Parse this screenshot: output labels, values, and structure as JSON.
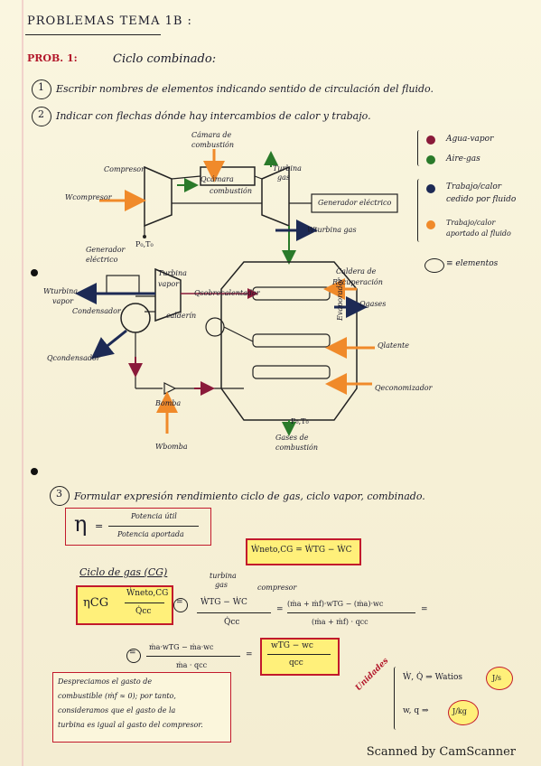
{
  "header": {
    "title": "PROBLEMAS TEMA 1B :",
    "prob_label": "PROB. 1:",
    "prob_title": "Ciclo combinado:"
  },
  "items": {
    "i1_num": "1",
    "i1": "Escribir nombres de elementos indicando sentido de circulación del fluido.",
    "i2_num": "2",
    "i2": "Indicar con flechas dónde hay intercambios de calor y trabajo.",
    "i3_num": "3",
    "i3": "Formular expresión rendimiento ciclo de gas, ciclo vapor, combinado."
  },
  "legend": {
    "agua_vapor": "Agua-vapor",
    "aire_gas": "Aire-gas",
    "trabajo_calor": "Trabajo/calor",
    "trabajo_calor2": "cedido por fluido",
    "trabajo_aportado": "Trabajo/calor",
    "trabajo_aportado2": "aportado al fluido",
    "elementos": "≡ elementos"
  },
  "diagram": {
    "camara": "Cámara de",
    "camara2": "combustión",
    "qcamara": "Qcámara",
    "qcamara_sub": "combustión",
    "compresor": "Compresor",
    "turbina_gas": "Turbina",
    "turbina_gas2": "gas",
    "generador1": "Generador eléctrico",
    "wcompresor": "Wcompresor",
    "wturbina_gas": "Wturbina gas",
    "p0t0_top": "P₀,T₀",
    "generador2": "Generador",
    "generador2b": "eléctrico",
    "turbina_vapor": "Turbina",
    "turbina_vapor2": "vapor",
    "wturbina_vapor": "Wturbina",
    "wturbina_vapor2": "vapor",
    "sobrecalentador": "Qsobrecalentador",
    "caldera": "Caldera de",
    "caldera2": "Recuperación",
    "condensador": "Condensador",
    "calderin": "calderín",
    "qgases": "Qgases",
    "qcondensador": "Qcondensador",
    "evaporador": "Evaporador",
    "qlatente": "Qlatente",
    "qeconomizador": "Qeconomizador",
    "bomba": "Bomba",
    "wbomba": "Wbomba",
    "p0t0_bottom": "P₀,T₀",
    "gases": "Gases de",
    "gases2": "combustión"
  },
  "formulas": {
    "eta": "η",
    "eq": "=",
    "potencia_util": "Potencia útil",
    "potencia_aportada": "Potencia aportada",
    "wneto": "Ẇneto,CG = ẆTG − ẆC",
    "ciclo_gas": "Ciclo de gas (CG)",
    "eta_cg": "ηCG",
    "wneto_frac": "Ẇneto,CG",
    "qcc": "Q̇cc",
    "turbina_lbl": "turbina",
    "turbina_lbl2": "gas",
    "compresor_lbl": "compresor",
    "wtg_wc": "ẆTG − ẆC",
    "mass_num": "(ṁa + ṁf)·wTG − (ṁa)·wc",
    "mass_den": "(ṁa + ṁf) · qcc",
    "simplified_num": "ṁa·wTG − ṁa·wc",
    "simplified_den": "ṁa · qcc",
    "final_num": "wTG − wc",
    "final_den": "qcc",
    "note1": "Despreciamos el gasto de",
    "note2": "combustible (ṁf ≈ 0); por tanto,",
    "note3": "consideramos que el gasto de la",
    "note4": "turbina es igual al gasto del compresor.",
    "unidades": "Unidades",
    "u1": "Ẇ, Q̇ ⇒ Watios",
    "u1_unit": "J/s",
    "u2": "w, q ⇒",
    "u2_unit": "J/kg"
  },
  "footer": {
    "scanner": "Scanned by CamScanner"
  },
  "colors": {
    "agua_vapor": "#8a1a3a",
    "aire_gas": "#2a7a2a",
    "trabajo_cedido": "#1d2a55",
    "aportado": "#f08a2a",
    "red_ink": "#c21a2c",
    "highlight": "#fff07a"
  }
}
